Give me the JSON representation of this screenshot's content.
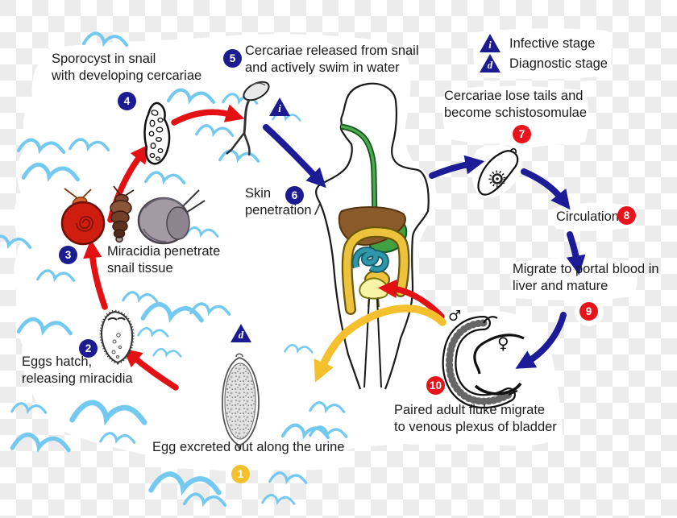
{
  "legend": {
    "infective": {
      "symbol": "i",
      "label": "Infective stage"
    },
    "diagnostic": {
      "symbol": "d",
      "label": "Diagnostic stage"
    }
  },
  "stages": {
    "s1": {
      "num": "1",
      "label": "Egg excreted out along the urine"
    },
    "s2": {
      "num": "2",
      "label": "Eggs hatch,\nreleasing miracidia"
    },
    "s3": {
      "num": "3",
      "label": "Miracidia penetrate\nsnail tissue"
    },
    "s4": {
      "num": "4",
      "label": "Sporocyst in snail\nwith developing cercariae"
    },
    "s5": {
      "num": "5",
      "label": "Cercariae released from snail\nand actively swim in water"
    },
    "s6": {
      "num": "6",
      "label": "Skin\npenetration"
    },
    "s7": {
      "num": "7",
      "label": "Cercariae lose tails and\nbecome schistosomulae"
    },
    "s8": {
      "num": "8",
      "label": "Circulation"
    },
    "s9": {
      "num": "9",
      "label": "Migrate to portal blood in\nliver and mature"
    },
    "s10": {
      "num": "10",
      "label": "Paired adult fluke migrate\nto venous plexus of bladder"
    }
  },
  "symbols": {
    "male": "♂",
    "female": "♀"
  },
  "colors": {
    "stage_blue": "#1c1c90",
    "stage_red": "#e8141c",
    "stage_yellow": "#f2c12f",
    "arrow_red": "#e31114",
    "arrow_blue": "#1c1c96",
    "arrow_yellow": "#f5c02e",
    "wave_blue": "#74c9f1"
  }
}
